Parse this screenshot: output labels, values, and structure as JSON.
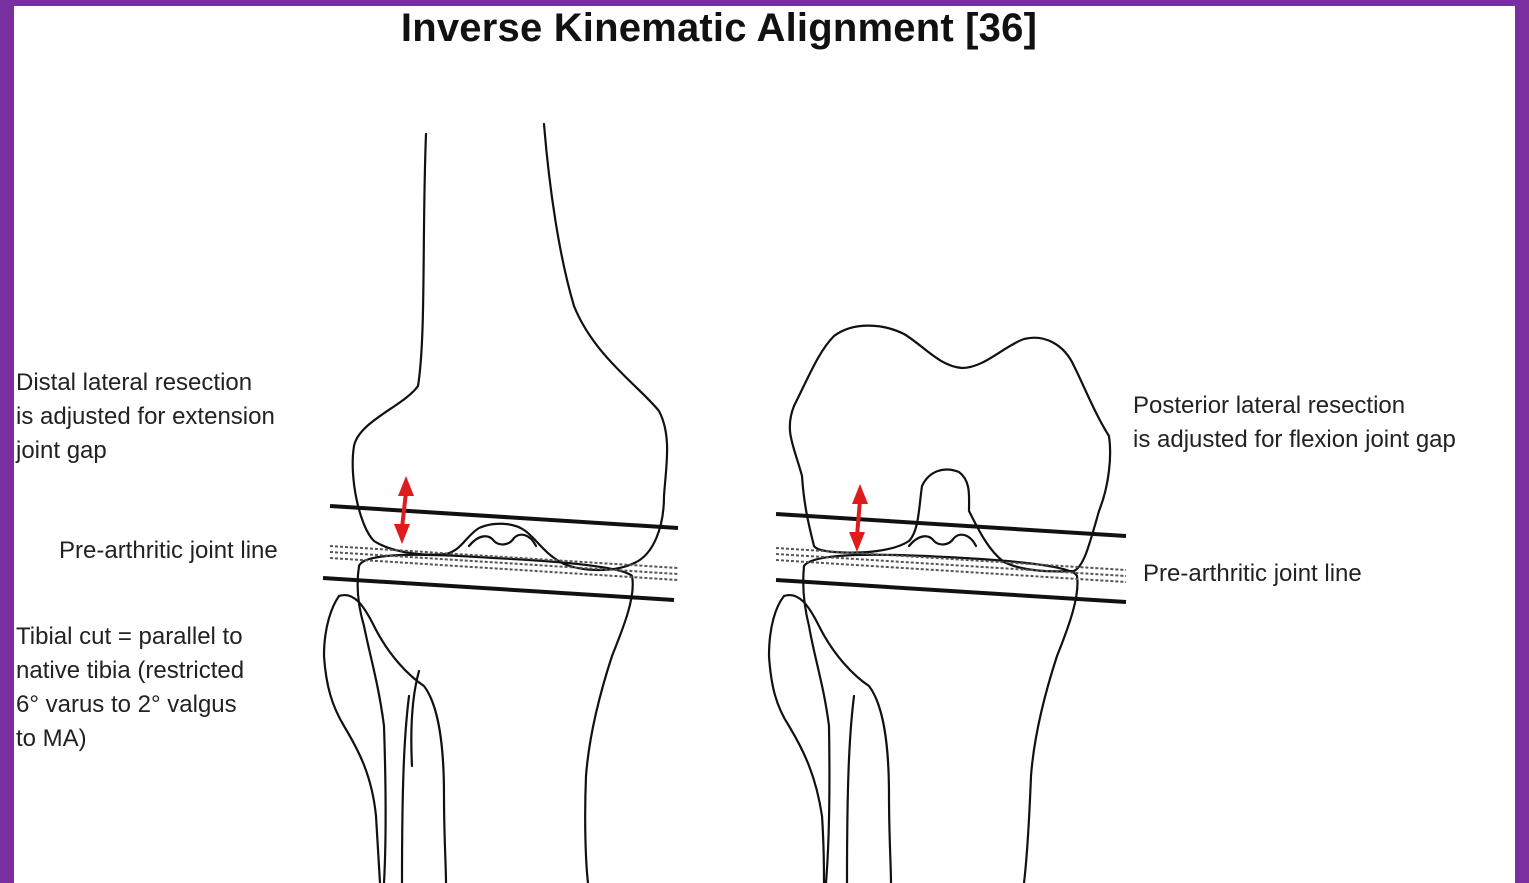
{
  "title": "Inverse Kinematic Alignment [36]",
  "left_annotation": {
    "lines": [
      "Distal lateral resection",
      "is adjusted for extension",
      "joint gap"
    ]
  },
  "left_joint_line_label": "Pre-arthritic joint line",
  "tibial_cut_annotation": {
    "lines": [
      "Tibial cut = parallel to",
      "native tibia (restricted",
      "6°   varus to 2°   valgus",
      "to MA)"
    ]
  },
  "right_annotation": {
    "lines": [
      "Posterior lateral resection",
      "is adjusted for flexion joint gap"
    ]
  },
  "right_joint_line_label": "Pre-arthritic joint line",
  "colors": {
    "frame": "#7a2fa0",
    "arrow": "#e01b1b",
    "line": "#111111"
  }
}
